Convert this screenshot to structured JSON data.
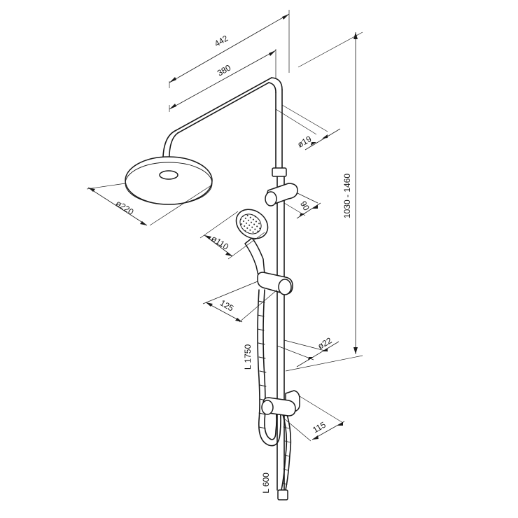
{
  "diagram": {
    "labels": {
      "width_total": "442",
      "arm_length": "380",
      "pipe_diameter": "ø19",
      "height_range": "1030 - 1460",
      "head_diameter": "ø220",
      "holder_offset": "90",
      "hand_shower_diameter": "ø110",
      "hand_holder_offset": "125",
      "rail_diameter": "ø22",
      "hose_length": "L 1750",
      "bottom_offset": "115",
      "bottom_hose_length": "L 600"
    }
  }
}
